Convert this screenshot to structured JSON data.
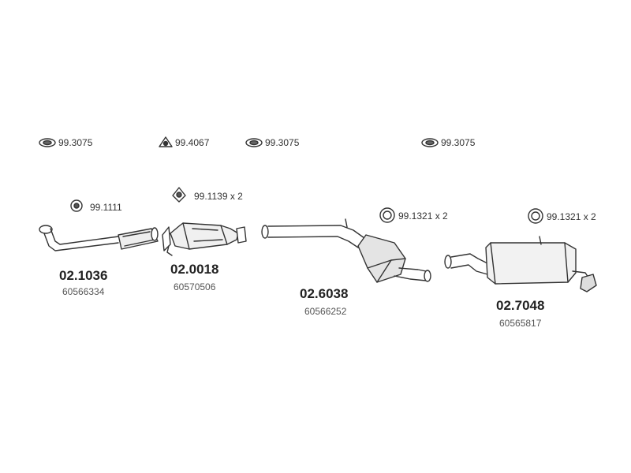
{
  "hardware": [
    {
      "code": "99.3075"
    },
    {
      "code": "99.4067"
    },
    {
      "code": "99.3075"
    },
    {
      "code": "99.3075"
    }
  ],
  "fittings": [
    {
      "code": "99.1111"
    },
    {
      "code": "99.1139 x 2"
    },
    {
      "code": "99.1321 x 2"
    },
    {
      "code": "99.1321 x 2"
    }
  ],
  "parts": [
    {
      "code": "02.1036",
      "ref": "60566334"
    },
    {
      "code": "02.0018",
      "ref": "60570506"
    },
    {
      "code": "02.6038",
      "ref": "60566252"
    },
    {
      "code": "02.7048",
      "ref": "60565817"
    }
  ]
}
